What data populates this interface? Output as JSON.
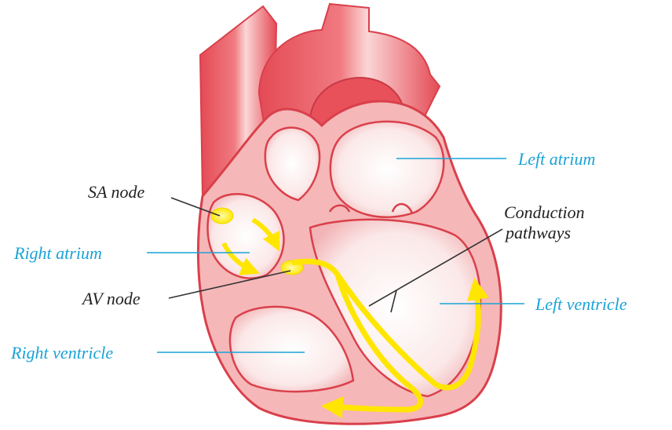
{
  "labels": {
    "left_atrium": "Left atrium",
    "sa_node": "SA node",
    "conduction_line1": "Conduction",
    "conduction_line2": "pathways",
    "right_atrium": "Right atrium",
    "av_node": "AV node",
    "left_ventricle": "Left ventricle",
    "right_ventricle": "Right ventricle"
  },
  "colors": {
    "anatomical_label": "#1aa3d6",
    "node_label": "#222222",
    "vessel": "#e8505a",
    "chamber": "#fbe3e2",
    "conduction": "#ffee1a"
  }
}
